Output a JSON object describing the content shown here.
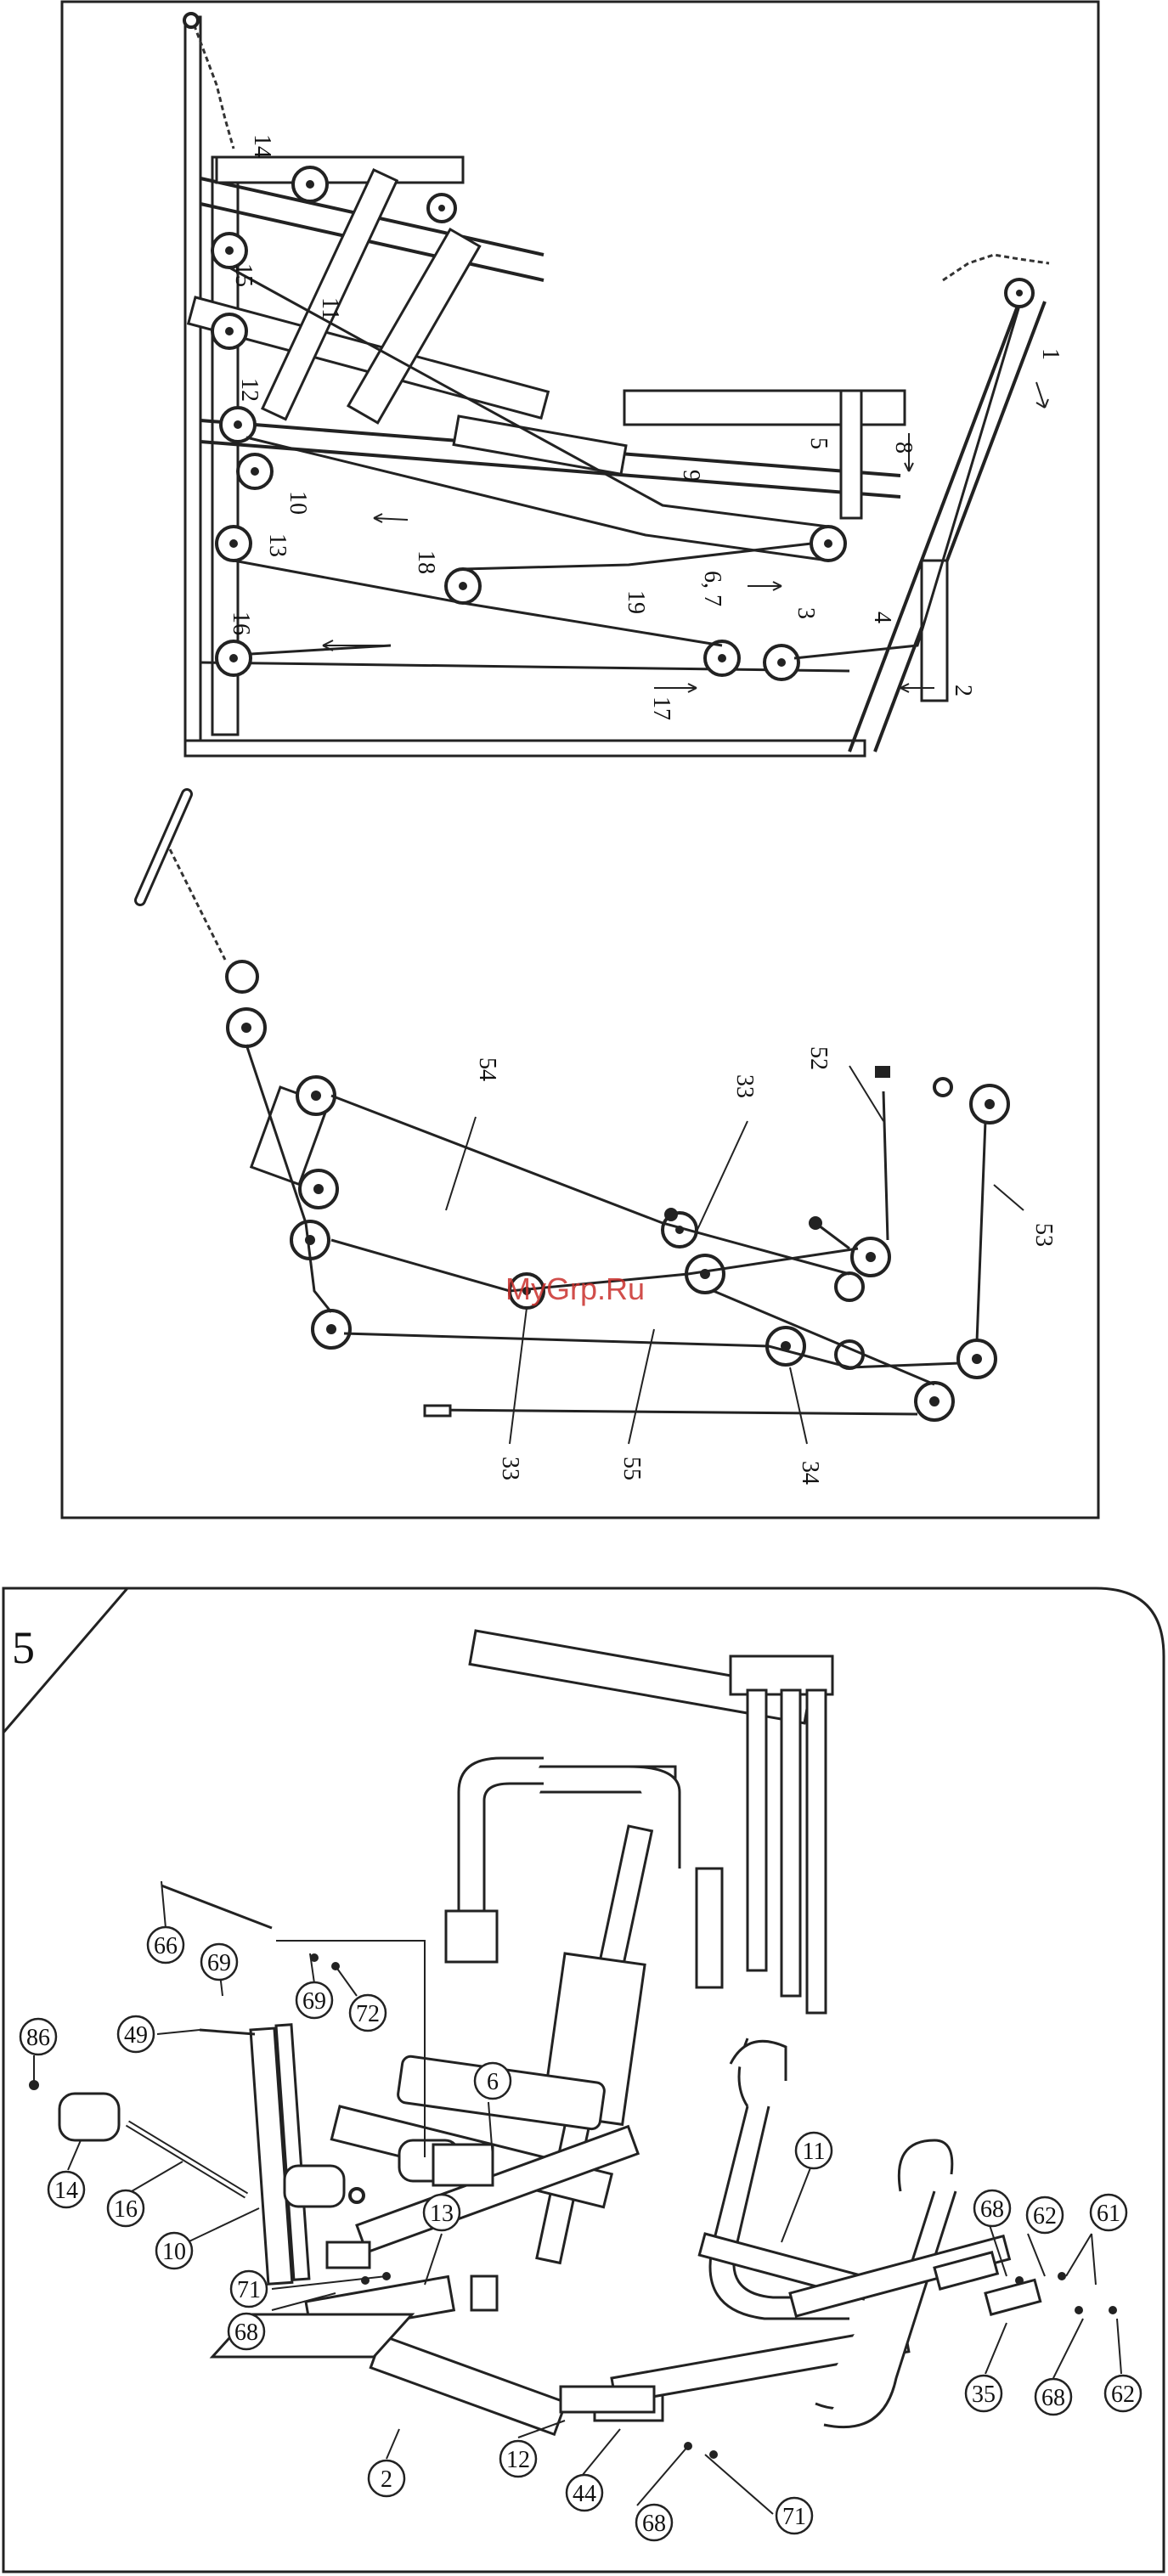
{
  "watermark": "MyGrp.Ru",
  "step_number": "5",
  "cable_routing_labels": [
    "1",
    "2",
    "3",
    "4",
    "5",
    "6, 7",
    "8",
    "9",
    "10",
    "11",
    "12",
    "13",
    "14",
    "15",
    "16",
    "17",
    "18",
    "19"
  ],
  "cable_assembly_labels": [
    "52",
    "53",
    "54",
    "55",
    "33",
    "33",
    "34"
  ],
  "assembly_callouts": [
    "66",
    "69",
    "49",
    "69",
    "72",
    "86",
    "14",
    "16",
    "10",
    "6",
    "13",
    "71",
    "68",
    "2",
    "12",
    "44",
    "68",
    "71",
    "11",
    "68",
    "62",
    "61",
    "35",
    "68",
    "62"
  ]
}
